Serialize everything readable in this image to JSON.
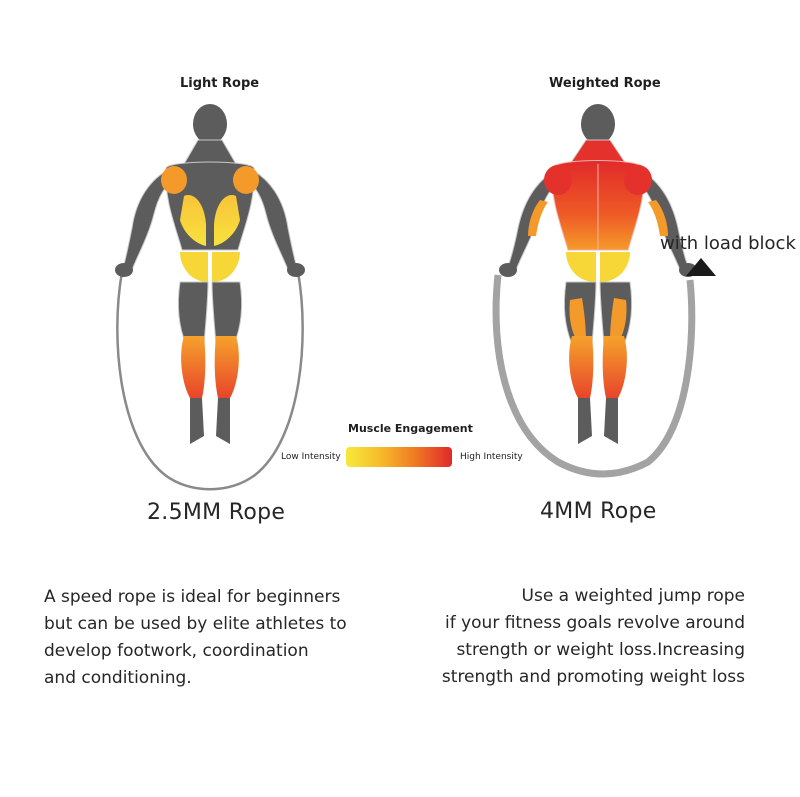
{
  "panels": {
    "left": {
      "title": "Light Rope",
      "rope_label": "2.5MM Rope"
    },
    "right": {
      "title": "Weighted Rope",
      "rope_label": "4MM Rope",
      "callout": "with load block"
    }
  },
  "legend": {
    "title": "Muscle Engagement",
    "low": "Low Intensity",
    "high": "High Intensity",
    "colors": [
      "#f7e93a",
      "#f6b72a",
      "#f07a23",
      "#e0282a"
    ]
  },
  "descriptions": {
    "left": [
      "A speed rope is ideal for beginners",
      "but can be used by elite athletes to",
      "develop footwork, coordination",
      "and conditioning."
    ],
    "right": [
      "Use a weighted jump rope",
      "if your fitness goals revolve around",
      "strength or weight loss.Increasing",
      "strength and promoting weight loss"
    ]
  },
  "colors": {
    "body": "#5c5c5c",
    "outline": "#c9c9c9",
    "rope_light": "#8a8a8a",
    "rope_heavy": "#a3a3a3",
    "low": "#f7d737",
    "mid": "#f39a2b",
    "high": "#e5312b"
  }
}
